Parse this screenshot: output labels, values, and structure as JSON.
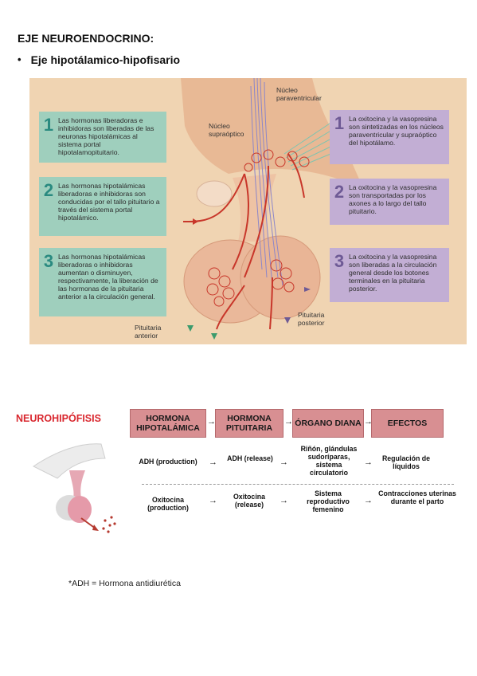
{
  "heading": "EJE NEUROENDOCRINO:",
  "bullet": "•",
  "subheading": "Eje hipotálamico-hipofisario",
  "figure1": {
    "labels": {
      "paraventricular": "Núcleo paraventricular",
      "supraoptic": "Núcleo supraóptico",
      "anterior": "Pituitaria anterior",
      "posterior": "Pituitaria posterior"
    },
    "left_boxes": [
      {
        "num": "1",
        "text": "Las hormonas liberadoras e inhibidoras son liberadas de las neuronas hipotalámicas al sistema portal hipotalamopituitario."
      },
      {
        "num": "2",
        "text": "Las hormonas hipotalámicas liberadoras e inhibidoras son conducidas por el tallo pituitario a través del sistema portal hipotalámico."
      },
      {
        "num": "3",
        "text": "Las hormonas hipotalámicas liberadoras o inhibidoras aumentan o disminuyen, respectivamente, la liberación de las hormonas de la pituitaria anterior a la circulación general."
      }
    ],
    "right_boxes": [
      {
        "num": "1",
        "text": "La oxitocina y la vasopresina son sintetizadas en los núcleos paraventricular y supraóptico del hipotálamo."
      },
      {
        "num": "2",
        "text": "La oxitocina y la vasopresina son transportadas por los axones a lo largo del tallo pituitario."
      },
      {
        "num": "3",
        "text": "La oxitocina y la vasopresina son liberadas a la circulación general desde los botones terminales en la pituitaria posterior."
      }
    ],
    "colors": {
      "background": "#f0d4b2",
      "green_box": "#9fcfbd",
      "purple_box": "#c2aed4",
      "vessels": "#c8362a"
    }
  },
  "figure2": {
    "title": "NEUROHIPÓFISIS",
    "headers": [
      "HORMONA HIPOTALÁMICA",
      "HORMONA PITUITARIA",
      "ÓRGANO DIANA",
      "EFECTOS"
    ],
    "rows": [
      {
        "hormone": "ADH (production)",
        "pituitary": "ADH (release)",
        "organ": "Riñón, glándulas sudoríparas, sistema circulatorio",
        "effect": "Regulación de líquidos"
      },
      {
        "hormone": "Oxitocina (production)",
        "pituitary": "Oxitocina (release)",
        "organ": "Sistema reproductivo femenino",
        "effect": "Contracciones uterinas durante el parto"
      }
    ],
    "arrow": "→",
    "colors": {
      "title": "#d9272e",
      "header": "#d88f92"
    }
  },
  "footnote": "*ADH = Hormona antidiurética"
}
